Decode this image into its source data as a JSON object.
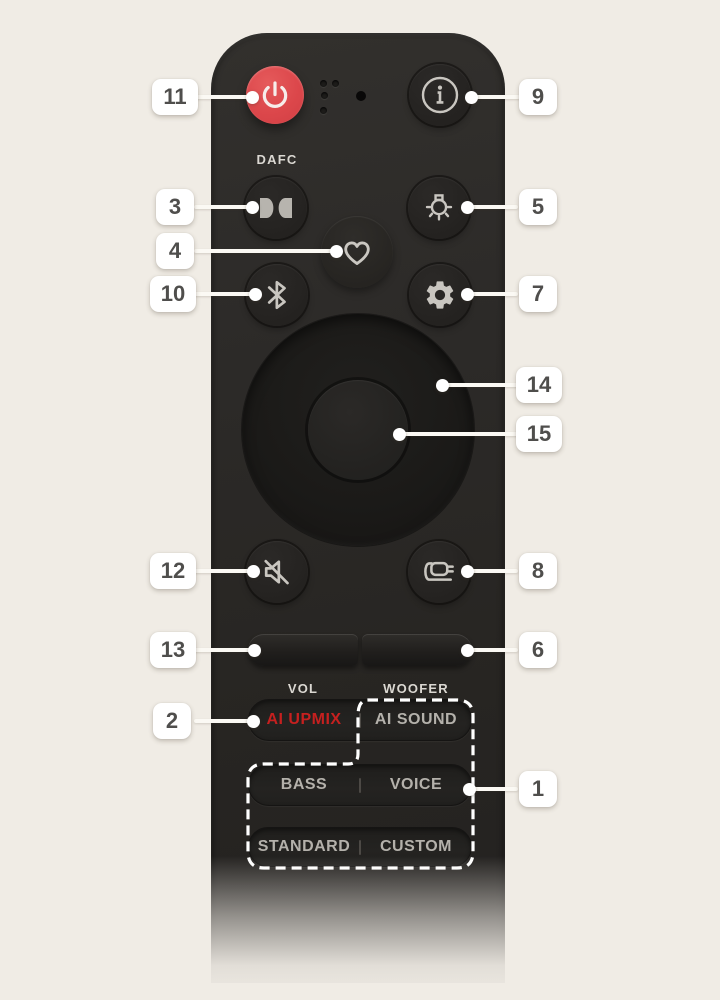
{
  "page": {
    "background_color": "#f0ece5",
    "description_colors": {
      "remote_body": "#2c2a28",
      "power_button_red": "#dc474b",
      "ai_upmix_red": "#c6201f",
      "icon_gray": "#c9c6c0",
      "callout_line_white": "#fbf9f4"
    }
  },
  "remote": {
    "section_labels": {
      "dafc": "DAFC",
      "vol": "VOL",
      "woofer": "WOOFER"
    },
    "buttons": {
      "power": {
        "icon": "power-icon"
      },
      "info": {
        "icon": "info-icon"
      },
      "dolby_dafc": {
        "icon": "dolby-icon"
      },
      "light": {
        "icon": "lightbulb-icon"
      },
      "favorite": {
        "icon": "heart-icon"
      },
      "bluetooth": {
        "icon": "bluetooth-icon"
      },
      "settings": {
        "icon": "gear-icon"
      },
      "direction_pad": {
        "icon": "circle-pad"
      },
      "center_select": {
        "icon": "circle-center"
      },
      "mute": {
        "icon": "mute-icon"
      },
      "source": {
        "icon": "plug-icon"
      },
      "vol_rocker": {
        "label": "VOL"
      },
      "woofer_rocker": {
        "label": "WOOFER"
      }
    },
    "pills": {
      "ai_upmix": "AI UPMIX",
      "ai_sound": "AI SOUND",
      "bass": "BASS",
      "voice": "VOICE",
      "standard": "STANDARD",
      "custom": "CUSTOM"
    }
  },
  "callouts": {
    "c1": "1",
    "c2": "2",
    "c3": "3",
    "c4": "4",
    "c5": "5",
    "c6": "6",
    "c7": "7",
    "c8": "8",
    "c9": "9",
    "c10": "10",
    "c11": "11",
    "c12": "12",
    "c13": "13",
    "c14": "14",
    "c15": "15"
  }
}
